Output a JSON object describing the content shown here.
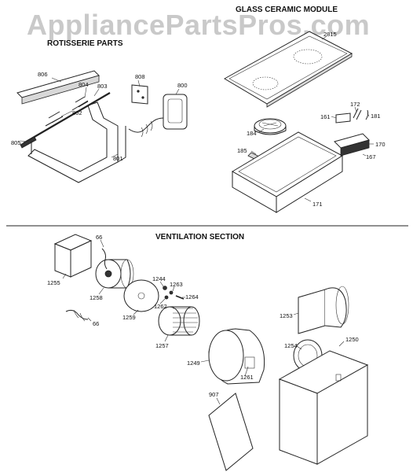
{
  "watermark": "AppliancePartsPros.com",
  "sections": {
    "rotisserie": "ROTISSERIE PARTS",
    "glass": "GLASS CERAMIC MODULE",
    "ventilation": "VENTILATION SECTION"
  },
  "labels": {
    "p806": "806",
    "p804": "804",
    "p803": "803",
    "p802": "802",
    "p805": "805",
    "p801": "801",
    "p808": "808",
    "p800": "800",
    "p2815": "2815",
    "p184": "184",
    "p185": "185",
    "p161": "161",
    "p172": "172",
    "p181": "181",
    "p170": "170",
    "p167": "167",
    "p171": "171",
    "p66a": "66",
    "p1255": "1255",
    "p1258": "1258",
    "p1244": "1244",
    "p1263": "1263",
    "p1264": "1264",
    "p1262": "1262",
    "p1259": "1259",
    "p66b": "66",
    "p1257": "1257",
    "p1253": "1253",
    "p1254": "1254",
    "p1250": "1250",
    "p1249": "1249",
    "p1261": "1261",
    "p907": "907"
  }
}
